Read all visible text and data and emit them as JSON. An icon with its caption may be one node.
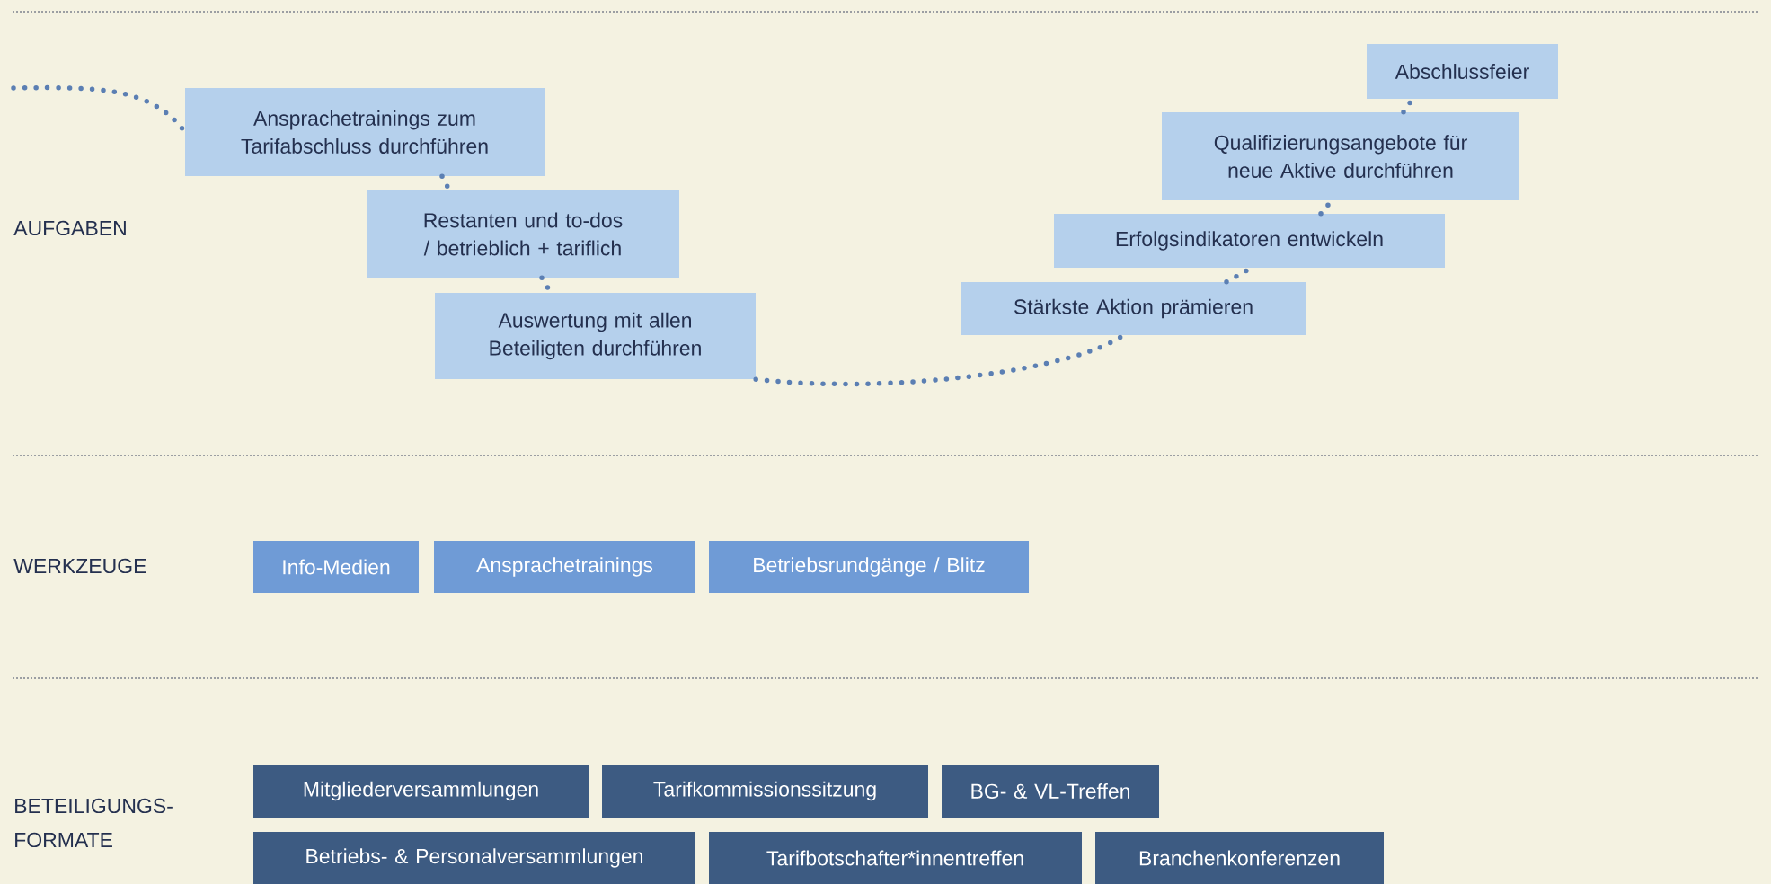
{
  "diagram": {
    "nodes": [
      {
        "text": [
          "Ansprachetrainings zum Tarifabschluss durchführen"
        ]
      },
      {
        "text": [
          "Restanten und to-dos / betrieblich + tariflich"
        ]
      },
      {
        "text": [
          "Auswertung mit allen Beteiligten durchführen"
        ]
      },
      {
        "text": [
          "Stärkste Aktion prämieren"
        ]
      },
      {
        "text": [
          "Erfolgsindikatoren entwickeln"
        ]
      },
      {
        "text": [
          "Qualifizierungsangebote für neue Aktive durchführen"
        ]
      },
      {
        "text": [
          "Abschlussfeier"
        ]
      },
      {
        "text": [
          "Info-Medien"
        ]
      },
      {
        "text": [
          "Ansprachetrainings"
        ]
      },
      {
        "text": [
          "Betriebsrundgänge / Blitz"
        ]
      },
      {
        "text": [
          "Mitgliederversammlungen"
        ]
      },
      {
        "text": [
          "Tarifkommissionssitzung"
        ]
      },
      {
        "text": [
          "BG- & VL-Treffen"
        ]
      },
      {
        "text": [
          "Betriebs- & Personalversammlungen"
        ]
      },
      {
        "text": [
          "Tarifbotschafter*innentreffen"
        ]
      },
      {
        "text": [
          "Branchenkonferenzen"
        ]
      }
    ],
    "edges": [
      {
        "from": null,
        "to": 0,
        "arrow": "none"
      },
      {
        "from": 0,
        "to": 1,
        "arrow": "none"
      },
      {
        "from": 1,
        "to": 2,
        "arrow": "none"
      },
      {
        "from": 2,
        "to": 3,
        "arrow": "none"
      },
      {
        "from": 3,
        "to": 4,
        "arrow": "none"
      },
      {
        "from": 4,
        "to": 5,
        "arrow": "none"
      },
      {
        "from": 5,
        "to": 6,
        "arrow": "none"
      }
    ],
    "labels": [
      "AUFGABEN",
      "WERKZEUGE",
      "BETEILIGUNGS- FORMATE"
    ]
  }
}
